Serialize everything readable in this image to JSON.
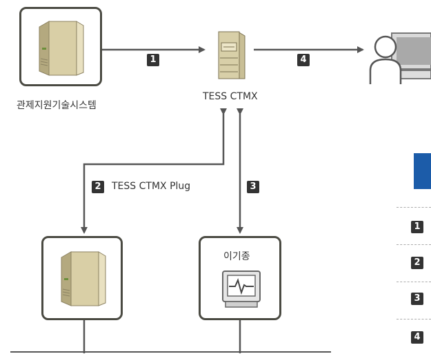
{
  "nodes": {
    "source_system": {
      "label": "관제지원기술시스템"
    },
    "gateway": {
      "label": "TESS CTMX"
    },
    "device": {
      "label": "이기종"
    }
  },
  "steps": [
    {
      "number": "1"
    },
    {
      "number": "2",
      "label": "TESS CTMX Plug"
    },
    {
      "number": "3"
    },
    {
      "number": "4"
    }
  ],
  "legend": {
    "numbers": [
      "1",
      "2",
      "3",
      "4"
    ]
  },
  "colors": {
    "line": "#555555",
    "box_border": "#4a4a42",
    "badge": "#333333",
    "accent_blue": "#1c5ca9"
  },
  "icons": [
    "server-icon",
    "gateway-server-icon",
    "user-workstation-icon",
    "monitor-icon"
  ]
}
